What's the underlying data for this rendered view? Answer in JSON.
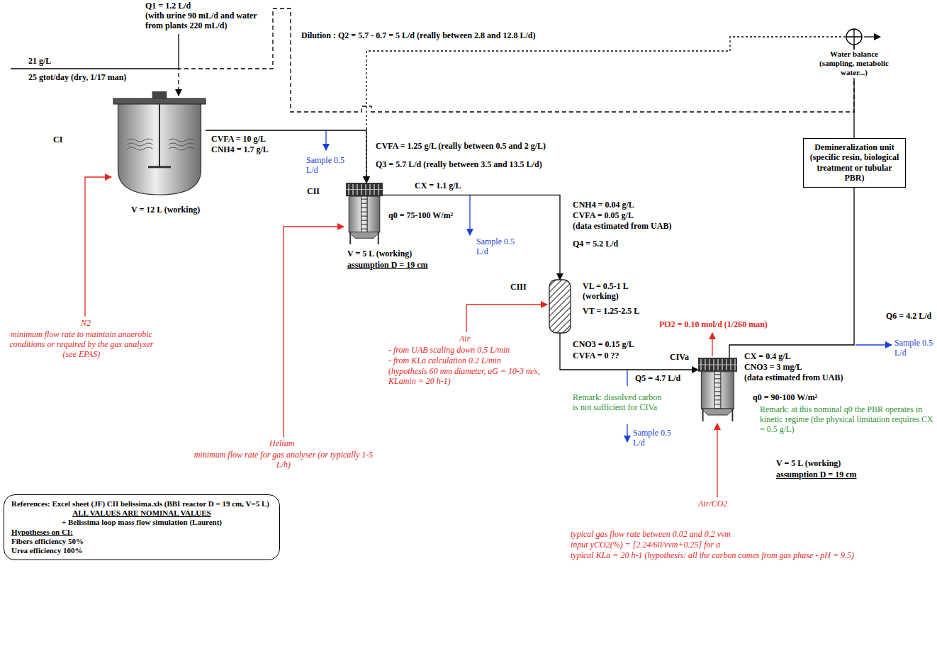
{
  "diagram": {
    "nodes": [
      {
        "text": [
          "CI"
        ]
      },
      {
        "text": [
          "Water balance (sampling, metabolic water...)"
        ]
      },
      {
        "text": [
          "Demineralization unit",
          "(specific resin, biological treatment or tubular PBR)"
        ]
      },
      {
        "text": [
          "CII"
        ]
      },
      {
        "text": [
          "CIII"
        ]
      },
      {
        "text": [
          "CIVa"
        ]
      },
      {
        "text": [
          "References: Excel sheet (JF) CII belissima.xls (BBI reactor D = 19 cm, V=5 L)",
          "ALL VALUES ARE NOMINAL VALUES",
          "+ Belissima loop mass flow simulation (Laurent)",
          "Hypotheses on CI:",
          "Fibers efficiency 50%",
          "Urea efficiency 100%"
        ]
      }
    ],
    "edges": [
      {
        "from": 0,
        "to": 3,
        "arrow": "to"
      },
      {
        "from": 1,
        "to": 0,
        "arrow": "to"
      },
      {
        "from": 1,
        "to": 3,
        "arrow": "to"
      },
      {
        "from": 3,
        "to": 4,
        "arrow": "to"
      },
      {
        "from": 4,
        "to": 5,
        "arrow": "to"
      },
      {
        "from": 5,
        "to": 2,
        "arrow": "none"
      },
      {
        "from": 2,
        "to": 1,
        "arrow": "none"
      }
    ],
    "labels": [
      "Q1 = 1.2 L/d",
      "(with urine 90 mL/d and water from plants 220 mL/d)",
      "21 g/L",
      "25 gtot/day (dry, 1/17 man)",
      "CVFA = 10 g/L",
      "CNH4 = 1.7 g/L",
      "V = 12 L (working)",
      "Dilution : Q2 = 5.7 - 0.7 = 5 L/d (really between 2.8 and 12.8 L/d)",
      "Sample 0.5 L/d",
      "CVFA = 1.25 g/L (really between 0.5 and 2 g/L)",
      "Q3 = 5.7 L/d (really between 3.5 and 13.5 L/d)",
      "N2",
      "minimum flow rate to maintain anaerobic conditions or required by the gas analyser (see EPAS)",
      "V = 5 L (working)",
      "assumption D = 19 cm",
      "q0 = 75-100 W/m²",
      "Helium",
      "minimum flow rate for gas analyser (or typically 1-5 L/h)",
      "CX = 1.1 g/L",
      "CNH4 = 0.04 g/L",
      "CVFA = 0.05 g/L",
      "(data estimated from UAB)",
      "Q4 = 5.2 L/d",
      "Sample 0.5 L/d",
      "VL = 0.5-1 L (working)",
      "VT = 1.25-2.5 L",
      "Air",
      "- from UAB scaling down 0.5 L/min",
      "- from KLa calculation 0.2 L/min",
      "(hypothesis 60 mm diameter, uG = 10-3 m/s, KLamin = 20 h-1)",
      "CNO3 = 0.15 g/L",
      "CVFA = 0 ??",
      "Q5 = 4.7 L/d",
      "Remark: dissolved carbon is not sufficient for CIVa",
      "Sample 0.5 L/d",
      "PO2 = 0.10 mol/d (1/260 man)",
      "CX = 0.4 g/L",
      "CNO3 = 3 mg/L",
      "(data estimated from UAB)",
      "q0 = 90-100 W/m²",
      "Remark: at this nominal q0 the PBR operates in kinetic regime (the physical limitation requires CX = 0.5 g/L)",
      "V = 5 L (working)",
      "assumption D = 19 cm",
      "Air/CO2",
      "typical gas flow rate between 0.02 and 0.2 vvm",
      "input yCO2(%) = [2.24/60/vvm+0.25] for a",
      "typical KLa = 20 h-1 (hypothesis: all the carbon comes from gas phase - pH = 9.5)",
      "Q6 = 4.2 L/d",
      "Sample 0.5 L/d"
    ]
  }
}
